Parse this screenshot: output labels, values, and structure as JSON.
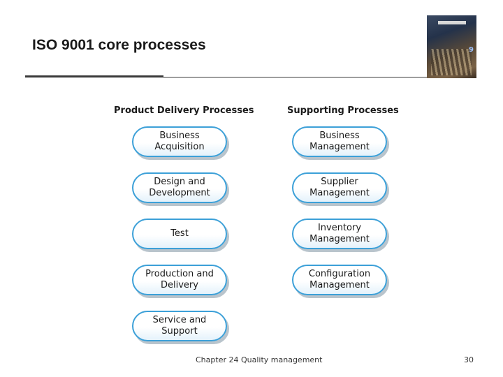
{
  "slide": {
    "title": "ISO 9001 core processes",
    "footer_text": "Chapter 24 Quality management",
    "page_number": "30"
  },
  "book_cover": {
    "edition": "9"
  },
  "diagram": {
    "columns": [
      {
        "heading": "Product Delivery Processes",
        "processes": [
          "Business\nAcquisition",
          "Design and\nDevelopment",
          "Test",
          "Production and\nDelivery",
          "Service and\nSupport"
        ]
      },
      {
        "heading": "Supporting Processes",
        "processes": [
          "Business\nManagement",
          "Supplier\nManagement",
          "Inventory\nManagement",
          "Configuration\nManagement"
        ]
      }
    ],
    "colors": {
      "pill_border": "#3ca0d8",
      "pill_shadow": "#b9c4cc"
    }
  }
}
